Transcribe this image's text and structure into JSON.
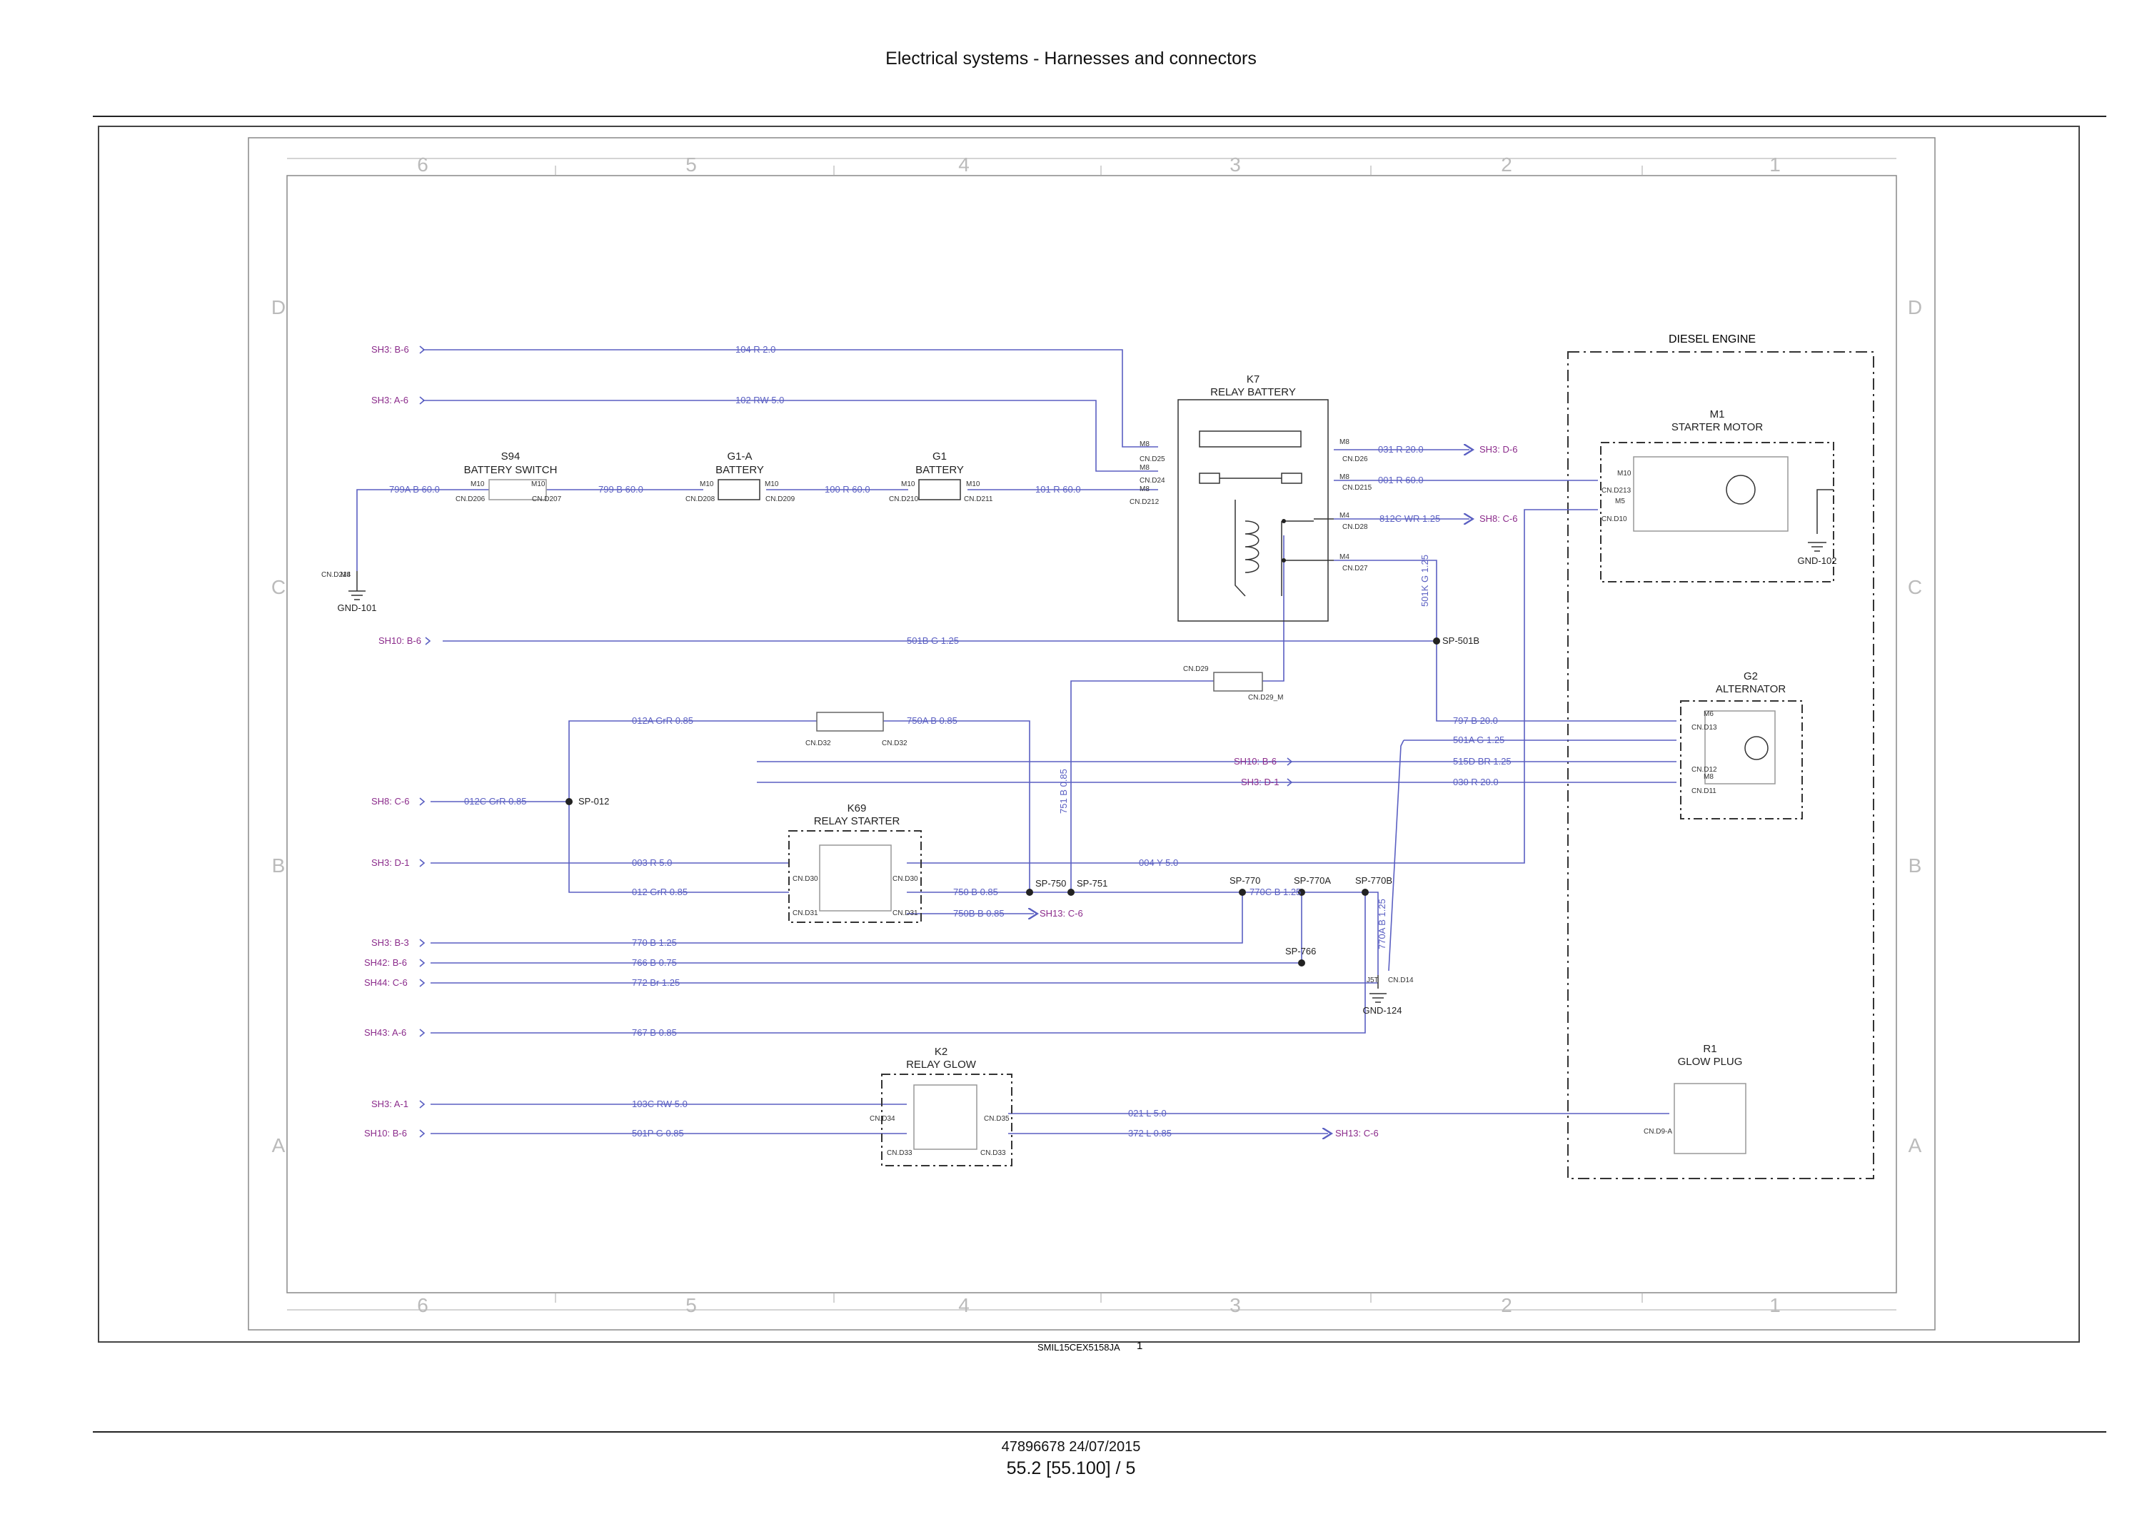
{
  "page": {
    "title": "Electrical systems - Harnesses and connectors",
    "doc_ref": "47896678 24/07/2015",
    "page_ref": "55.2 [55.100] / 5",
    "figure_code": "SMIL15CEX5158JA",
    "figure_number": "1"
  },
  "colors": {
    "wire": "#5a5fc2",
    "signal_ref": "#8b2b8b",
    "line": "#333333",
    "frame": "#444444"
  },
  "grid": {
    "columns": [
      "6",
      "5",
      "4",
      "3",
      "2",
      "1"
    ],
    "rows": [
      "D",
      "C",
      "B",
      "A"
    ]
  },
  "components": {
    "diesel_engine": {
      "label": "DIESEL ENGINE"
    },
    "k7": {
      "ref": "K7",
      "name": "RELAY BATTERY"
    },
    "m1": {
      "ref": "M1",
      "name": "STARTER MOTOR"
    },
    "s94": {
      "ref": "S94",
      "name": "BATTERY SWITCH"
    },
    "g1a": {
      "ref": "G1-A",
      "name": "BATTERY"
    },
    "g1": {
      "ref": "G1",
      "name": "BATTERY"
    },
    "g2": {
      "ref": "G2",
      "name": "ALTERNATOR"
    },
    "k69": {
      "ref": "K69",
      "name": "RELAY STARTER"
    },
    "k2": {
      "ref": "K2",
      "name": "RELAY GLOW"
    },
    "r1": {
      "ref": "R1",
      "name": "GLOW PLUG"
    }
  },
  "sheet_refs": [
    {
      "text": "SH3: B-6"
    },
    {
      "text": "SH3: A-6"
    },
    {
      "text": "SH10: B-6"
    },
    {
      "text": "SH8: C-6"
    },
    {
      "text": "SH3: D-1"
    },
    {
      "text": "SH3: B-3"
    },
    {
      "text": "SH42: B-6"
    },
    {
      "text": "SH44: C-6"
    },
    {
      "text": "SH43: A-6"
    },
    {
      "text": "SH3: A-1"
    },
    {
      "text": "SH10: B-6"
    },
    {
      "text": "SH3: D-6"
    },
    {
      "text": "SH8: C-6"
    },
    {
      "text": "SH10: B-6"
    },
    {
      "text": "SH3: D-1"
    },
    {
      "text": "SH13: C-6"
    },
    {
      "text": "SH13: C-6"
    }
  ],
  "wires": [
    {
      "label": "104  R  2.0"
    },
    {
      "label": "102  RW  5.0"
    },
    {
      "label": "799A  B  60.0"
    },
    {
      "label": "799  B  60.0"
    },
    {
      "label": "100  R  60.0"
    },
    {
      "label": "101  R  60.0"
    },
    {
      "label": "031  R  20.0"
    },
    {
      "label": "001  R  60.0"
    },
    {
      "label": "812C  WR  1.25"
    },
    {
      "label": "501K  G  1.25"
    },
    {
      "label": "501B  G  1.25"
    },
    {
      "label": "012A  GrR  0.85"
    },
    {
      "label": "750A  B  0.85"
    },
    {
      "label": "012C  GrR  0.85"
    },
    {
      "label": "751  B  0.85"
    },
    {
      "label": "797  B  20.0"
    },
    {
      "label": "501A  G  1.25"
    },
    {
      "label": "515D  BR  1.25"
    },
    {
      "label": "030  R  20.0"
    },
    {
      "label": "003  R  5.0"
    },
    {
      "label": "004  Y  5.0"
    },
    {
      "label": "012  GrR  0.85"
    },
    {
      "label": "750  B  0.85"
    },
    {
      "label": "750B  B  0.85"
    },
    {
      "label": "770C  B  1.25"
    },
    {
      "label": "770A  B  1.25"
    },
    {
      "label": "770  B  1.25"
    },
    {
      "label": "766  B  0.75"
    },
    {
      "label": "772  Br  1.25"
    },
    {
      "label": "767  B  0.85"
    },
    {
      "label": "103C  RW  5.0"
    },
    {
      "label": "501P  G  0.85"
    },
    {
      "label": "021  L  5.0"
    },
    {
      "label": "372  L  0.85"
    }
  ],
  "splices": [
    {
      "text": "SP-501B"
    },
    {
      "text": "SP-012"
    },
    {
      "text": "SP-750"
    },
    {
      "text": "SP-751"
    },
    {
      "text": "SP-770"
    },
    {
      "text": "SP-770A"
    },
    {
      "text": "SP-770B"
    },
    {
      "text": "SP-766"
    }
  ],
  "grounds": [
    {
      "text": "GND-101"
    },
    {
      "text": "GND-102"
    },
    {
      "text": "GND-124"
    }
  ],
  "connectors": [
    {
      "text": "CN.D25"
    },
    {
      "text": "CN.D24"
    },
    {
      "text": "CN.D212"
    },
    {
      "text": "CN.D26"
    },
    {
      "text": "CN.D215"
    },
    {
      "text": "CN.D28"
    },
    {
      "text": "CN.D27"
    },
    {
      "text": "CN.D213"
    },
    {
      "text": "CN.D10"
    },
    {
      "text": "CN.D206"
    },
    {
      "text": "CN.D207"
    },
    {
      "text": "CN.D208"
    },
    {
      "text": "CN.D209"
    },
    {
      "text": "CN.D210"
    },
    {
      "text": "CN.D211"
    },
    {
      "text": "CN.D214"
    },
    {
      "text": "CN.D29"
    },
    {
      "text": "CN.D29_M"
    },
    {
      "text": "CN.D32"
    },
    {
      "text": "CN.D32"
    },
    {
      "text": "CN.D13"
    },
    {
      "text": "CN.D12"
    },
    {
      "text": "CN.D11"
    },
    {
      "text": "CN.D30"
    },
    {
      "text": "CN.D30"
    },
    {
      "text": "CN.D31"
    },
    {
      "text": "CN.D31"
    },
    {
      "text": "CN.D14"
    },
    {
      "text": "CN.D34"
    },
    {
      "text": "CN.D35"
    },
    {
      "text": "CN.D33"
    },
    {
      "text": "CN.D33"
    },
    {
      "text": "CN.D9-A"
    }
  ],
  "pins": [
    {
      "text": "M8"
    },
    {
      "text": "M8"
    },
    {
      "text": "M8"
    },
    {
      "text": "M8"
    },
    {
      "text": "M8"
    },
    {
      "text": "M4"
    },
    {
      "text": "M4"
    },
    {
      "text": "M10"
    },
    {
      "text": "M5"
    },
    {
      "text": "M10"
    },
    {
      "text": "M10"
    },
    {
      "text": "M10"
    },
    {
      "text": "M10"
    },
    {
      "text": "M10"
    },
    {
      "text": "M10"
    },
    {
      "text": "M8"
    },
    {
      "text": "M6"
    },
    {
      "text": "M8"
    },
    {
      "text": "J5T"
    }
  ]
}
